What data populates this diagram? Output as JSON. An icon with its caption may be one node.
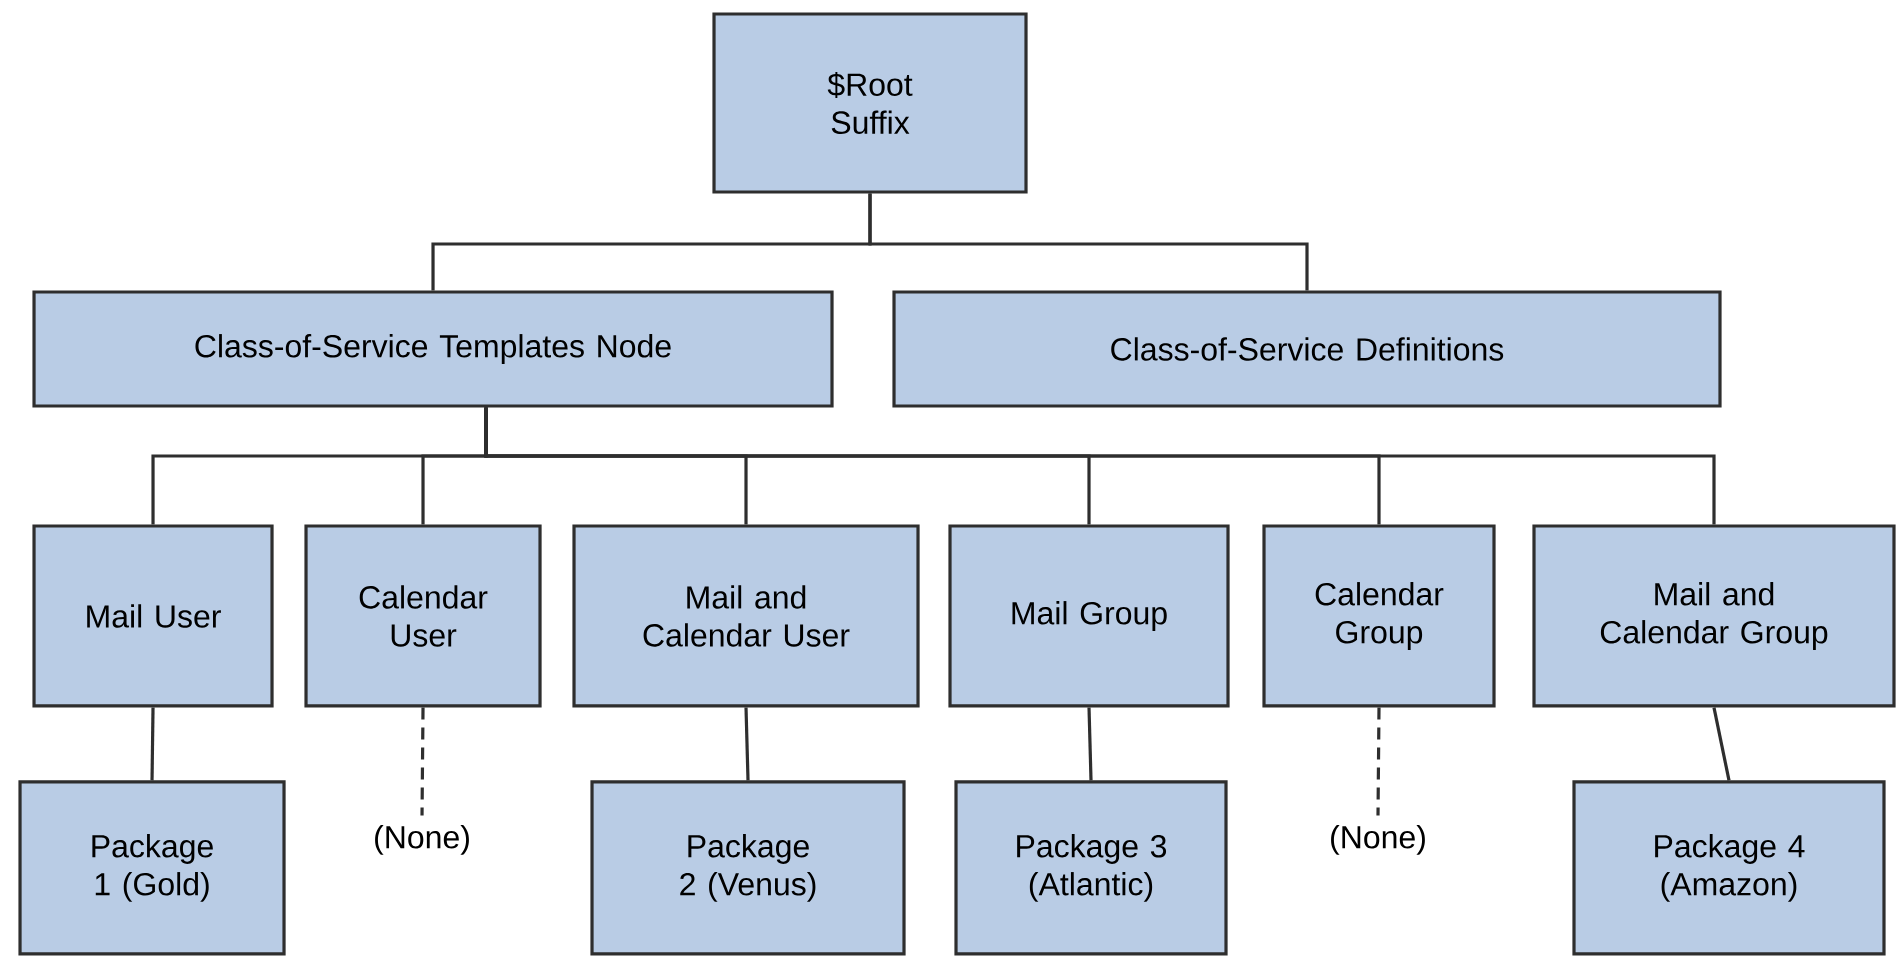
{
  "diagram": {
    "nodes": [
      {
        "text": [
          "$Root Suffix"
        ]
      },
      {
        "text": [
          "Class-of-Service Templates Node"
        ]
      },
      {
        "text": [
          "Class-of-Service Definitions"
        ]
      },
      {
        "text": [
          "Mail User"
        ]
      },
      {
        "text": [
          "Calendar User"
        ]
      },
      {
        "text": [
          "Mail and Calendar User"
        ]
      },
      {
        "text": [
          "Mail Group"
        ]
      },
      {
        "text": [
          "Calendar Group"
        ]
      },
      {
        "text": [
          "Mail and Calendar Group"
        ]
      },
      {
        "text": [
          "Package 1 (Gold)"
        ]
      },
      {
        "text": [
          "(None)"
        ]
      },
      {
        "text": [
          "Package 2 (Venus)"
        ]
      },
      {
        "text": [
          "Package 3 (Atlantic)"
        ]
      },
      {
        "text": [
          "(None)"
        ]
      },
      {
        "text": [
          "Package 4 (Amazon)"
        ]
      }
    ],
    "edges": [
      {
        "from": 0,
        "to": 1,
        "arrow": "none"
      },
      {
        "from": 0,
        "to": 2,
        "arrow": "none"
      },
      {
        "from": 1,
        "to": 3,
        "arrow": "none"
      },
      {
        "from": 1,
        "to": 4,
        "arrow": "none"
      },
      {
        "from": 1,
        "to": 5,
        "arrow": "none"
      },
      {
        "from": 1,
        "to": 6,
        "arrow": "none"
      },
      {
        "from": 1,
        "to": 7,
        "arrow": "none"
      },
      {
        "from": 1,
        "to": 8,
        "arrow": "none"
      },
      {
        "from": 3,
        "to": 9,
        "arrow": "none"
      },
      {
        "from": 4,
        "to": 10,
        "arrow": "none",
        "style": "dashed"
      },
      {
        "from": 5,
        "to": 11,
        "arrow": "none"
      },
      {
        "from": 6,
        "to": 12,
        "arrow": "none"
      },
      {
        "from": 7,
        "to": 13,
        "arrow": "none",
        "style": "dashed"
      },
      {
        "from": 8,
        "to": 14,
        "arrow": "none"
      }
    ]
  }
}
